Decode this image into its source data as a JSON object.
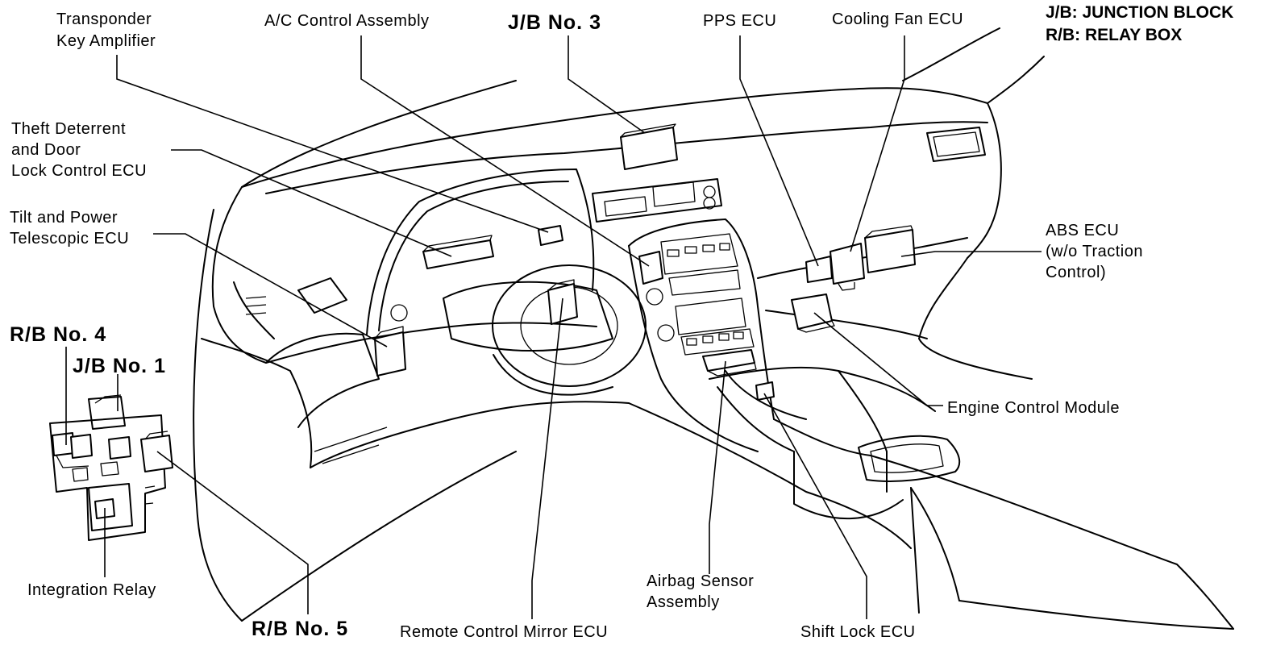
{
  "legend": {
    "jb": "J/B: JUNCTION BLOCK",
    "rb": "R/B: RELAY BOX"
  },
  "labels": {
    "transponder": [
      "Transponder",
      "Key Amplifier"
    ],
    "ac_control": "A/C  Control  Assembly",
    "jb3": "J/B  No.  3",
    "pps_ecu": "PPS  ECU",
    "cooling_fan": "Cooling Fan ECU",
    "theft_deterrent": [
      "Theft Deterrent",
      "and Door",
      "Lock Control ECU"
    ],
    "tilt_power": [
      "Tilt and Power",
      "Telescopic ECU"
    ],
    "abs_ecu": [
      "ABS ECU",
      "(w/o Traction",
      "Control)"
    ],
    "rb4": "R/B  No.  4",
    "jb1": "J/B  No.  1",
    "engine_control": "Engine Control Module",
    "integration_relay": "Integration  Relay",
    "airbag_sensor": [
      "Airbag Sensor",
      "Assembly"
    ],
    "rb5": "R/B  No.  5",
    "remote_mirror": "Remote  Control  Mirror  ECU",
    "shift_lock": "Shift Lock  ECU"
  }
}
